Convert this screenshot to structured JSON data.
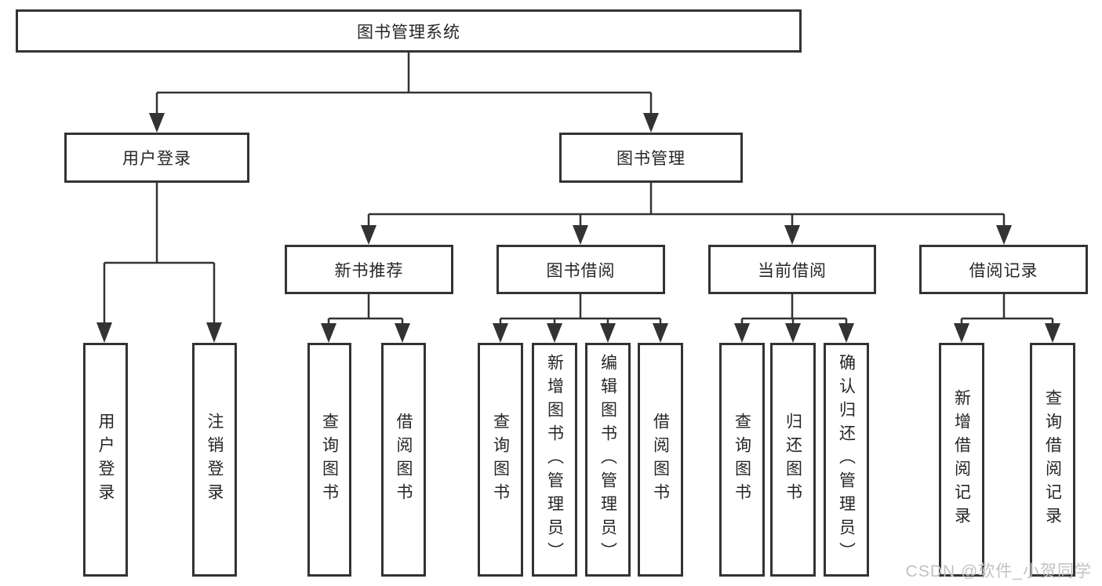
{
  "title": "图书管理系统",
  "watermark": "CSDN @软件_小贺同学",
  "colors": {
    "line": "#333333",
    "box_border": "#333333",
    "text": "#262626",
    "watermark": "#c2c2c2",
    "background": "#ffffff"
  },
  "tree": {
    "label": "图书管理系统",
    "children": [
      {
        "label": "用户登录",
        "children": [
          {
            "label": "用户登录"
          },
          {
            "label": "注销登录"
          }
        ]
      },
      {
        "label": "图书管理",
        "children": [
          {
            "label": "新书推荐",
            "children": [
              {
                "label": "查询图书"
              },
              {
                "label": "借阅图书"
              }
            ]
          },
          {
            "label": "图书借阅",
            "children": [
              {
                "label": "查询图书"
              },
              {
                "label": "新增图书（管理员）"
              },
              {
                "label": "编辑图书（管理员）"
              },
              {
                "label": "借阅图书"
              }
            ]
          },
          {
            "label": "当前借阅",
            "children": [
              {
                "label": "查询图书"
              },
              {
                "label": "归还图书"
              },
              {
                "label": "确认归还（管理员）"
              }
            ]
          },
          {
            "label": "借阅记录",
            "children": [
              {
                "label": "新增借阅记录"
              },
              {
                "label": "查询借阅记录"
              }
            ]
          }
        ]
      }
    ]
  }
}
